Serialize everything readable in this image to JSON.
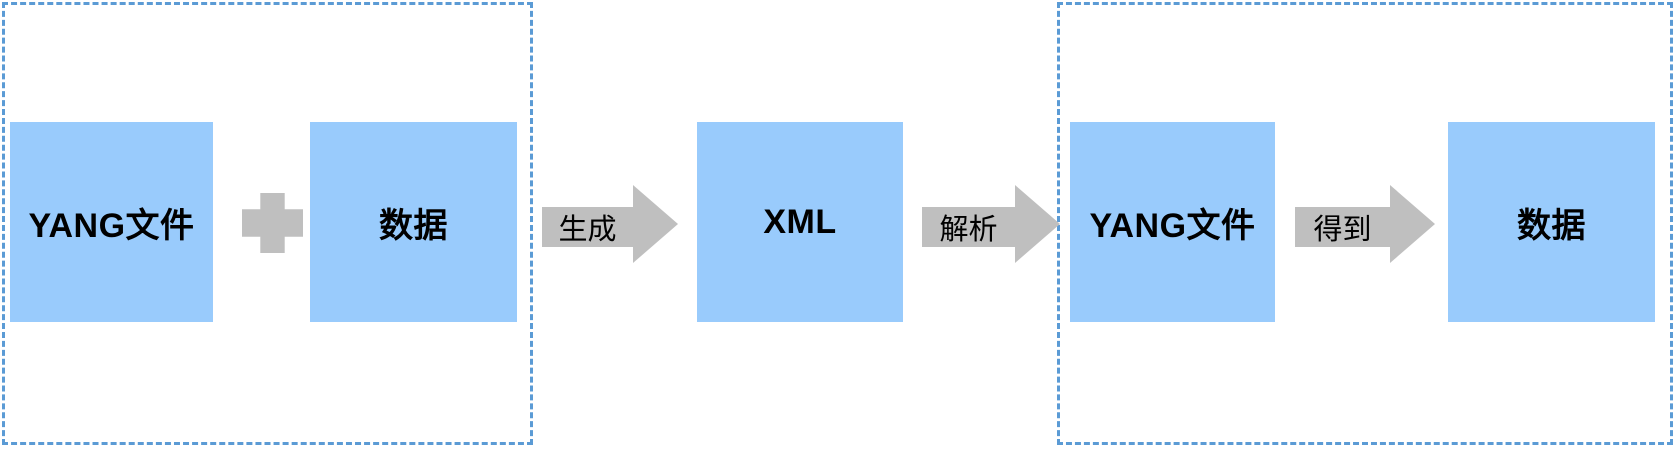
{
  "diagram": {
    "type": "flowchart",
    "groups": [
      {
        "id": "input-group",
        "side": "left",
        "border_style": "dashed"
      },
      {
        "id": "output-group",
        "side": "right",
        "border_style": "dashed"
      }
    ],
    "nodes": [
      {
        "id": "yang-file-source",
        "label": "YANG文件"
      },
      {
        "id": "data-source",
        "label": "数据"
      },
      {
        "id": "xml",
        "label": "XML"
      },
      {
        "id": "yang-file-result",
        "label": "YANG文件"
      },
      {
        "id": "data-result",
        "label": "数据"
      }
    ],
    "operators": [
      {
        "id": "plus",
        "icon": "plus-icon",
        "meaning": "combine"
      }
    ],
    "connectors": [
      {
        "id": "generate",
        "label": "生成",
        "from": "yang-file-source + data-source",
        "to": "xml"
      },
      {
        "id": "parse",
        "label": "解析",
        "from": "xml",
        "to": "yang-file-result"
      },
      {
        "id": "obtain",
        "label": "得到",
        "from": "yang-file-result",
        "to": "data-result"
      }
    ],
    "colors": {
      "node_fill": "#99CBFC",
      "connector_fill": "#BFBFBF",
      "group_border": "#5B9BD5",
      "text": "#000000",
      "background": "#FFFFFF"
    }
  }
}
